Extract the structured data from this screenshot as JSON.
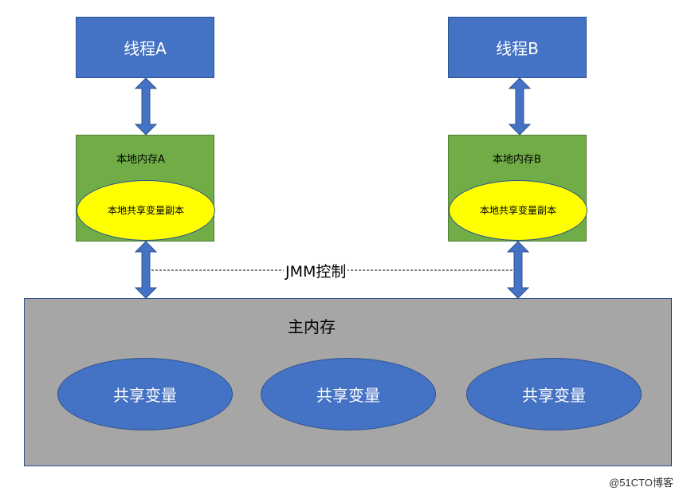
{
  "threads": [
    {
      "label": "线程A"
    },
    {
      "label": "线程B"
    }
  ],
  "local_memories": [
    {
      "title": "本地内存A",
      "copy_label": "本地共享变量副本"
    },
    {
      "title": "本地内存B",
      "copy_label": "本地共享变量副本"
    }
  ],
  "jmm_label": "JMM控制",
  "main_memory": {
    "title": "主内存",
    "variables": [
      {
        "label": "共享变量"
      },
      {
        "label": "共享变量"
      },
      {
        "label": "共享变量"
      }
    ]
  },
  "watermark": "@51CTO博客",
  "colors": {
    "thread_fill": "#4472c4",
    "local_fill": "#70ad47",
    "copy_fill": "#ffff00",
    "main_fill": "#a6a6a6",
    "arrow_fill": "#4472c4"
  }
}
